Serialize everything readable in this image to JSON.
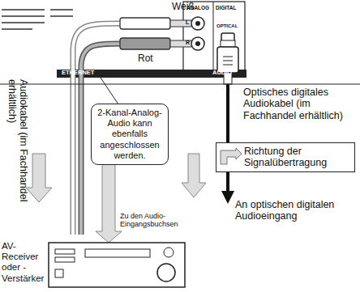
{
  "diagram": {
    "nodes": [
      {
        "text": [
          "2-Kanal-Analog-Audio kann ebenfalls angeschlossen werden."
        ]
      }
    ],
    "labels": [
      "Weiß",
      "ANALOG",
      "L",
      "R",
      "DIGITAL",
      "OPTICAL",
      "ETHERNET",
      "AUDIO",
      "Rot",
      "Optisches digitales Audiokabel (im Fachhandel erhältlich)",
      "Audiokabel (im Fachhandel erhältlich)",
      "Zu den Audio-Eingangsbuchsen",
      "An optischen digitalen Audioeingang",
      "AV-Receiver oder -Verstärker"
    ],
    "legend": [
      {
        "text": "Richtung der Signalübertragung"
      }
    ]
  }
}
